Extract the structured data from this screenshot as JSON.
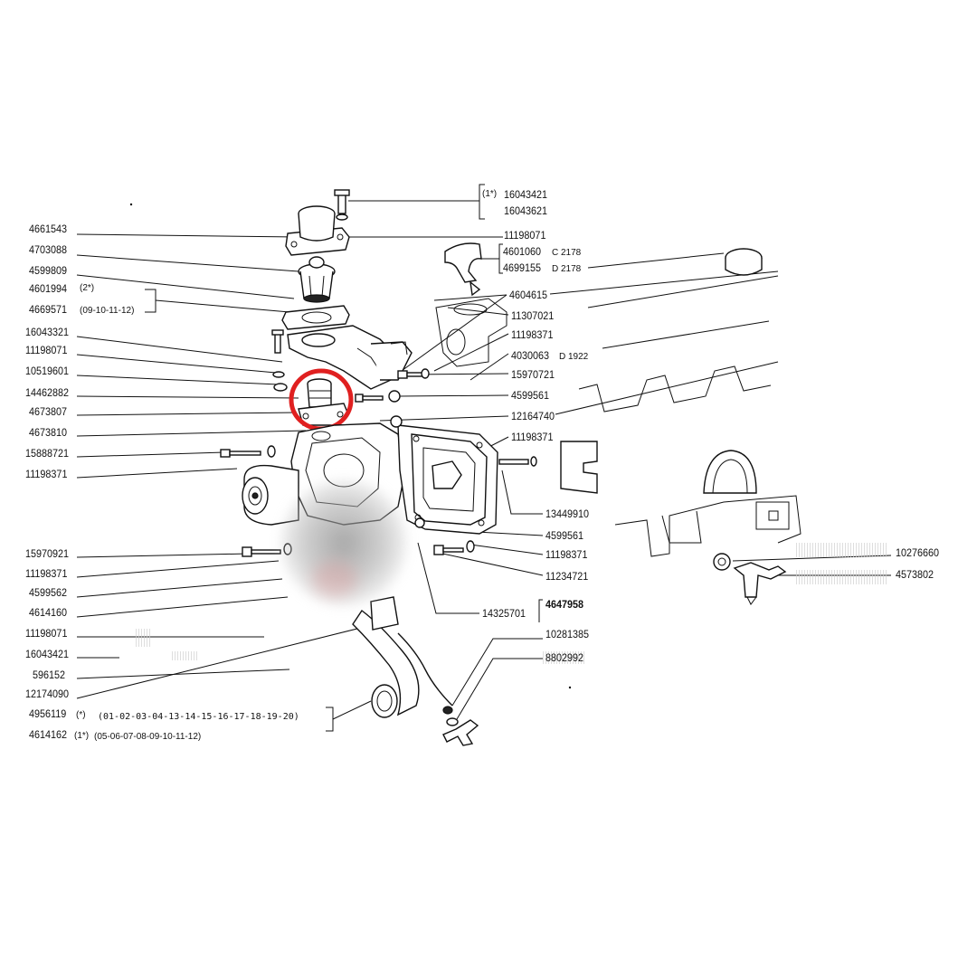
{
  "colors": {
    "highlight": "#e02020",
    "ink": "#111111",
    "blur": "#9a9a9a"
  },
  "labels_left": [
    "4661543",
    "4703088",
    "4599809",
    "4601994",
    "4669571",
    "16043321",
    "11198071",
    "10519601",
    "14462882",
    "4673807",
    "4673810",
    "15888721",
    "11198371",
    "15970921",
    "11198371",
    "4599562",
    "4614160",
    "11198071",
    "16043421",
    "596152",
    "12174090",
    "4956119",
    "4614162"
  ],
  "notes_left": {
    "n2": "(2*)",
    "models_2": "(09-10-11-12)",
    "star": "(*)",
    "models_star": "(01-02-03-04-13-14-15-16-17-18-19-20)",
    "star1": "(1*)",
    "models_star1": "(05-06-07-08-09-10-11-12)"
  },
  "labels_top": {
    "bracket_note": "(1*)",
    "a": "16043421",
    "b": "16043621"
  },
  "labels_right": [
    "11198071",
    "4601060",
    "4699155",
    "4604615",
    "11307021",
    "11198371",
    "4030063",
    "15970721",
    "4599561",
    "12164740",
    "11198371",
    "13449910",
    "4599561",
    "11198371",
    "11234721",
    "14325701",
    "4647958",
    "10281385",
    "8802992"
  ],
  "codes_right": {
    "c": "C 2178",
    "d": "D 2178",
    "d1922": "D 1922"
  },
  "labels_far_right": [
    "10276660",
    "4573802"
  ]
}
